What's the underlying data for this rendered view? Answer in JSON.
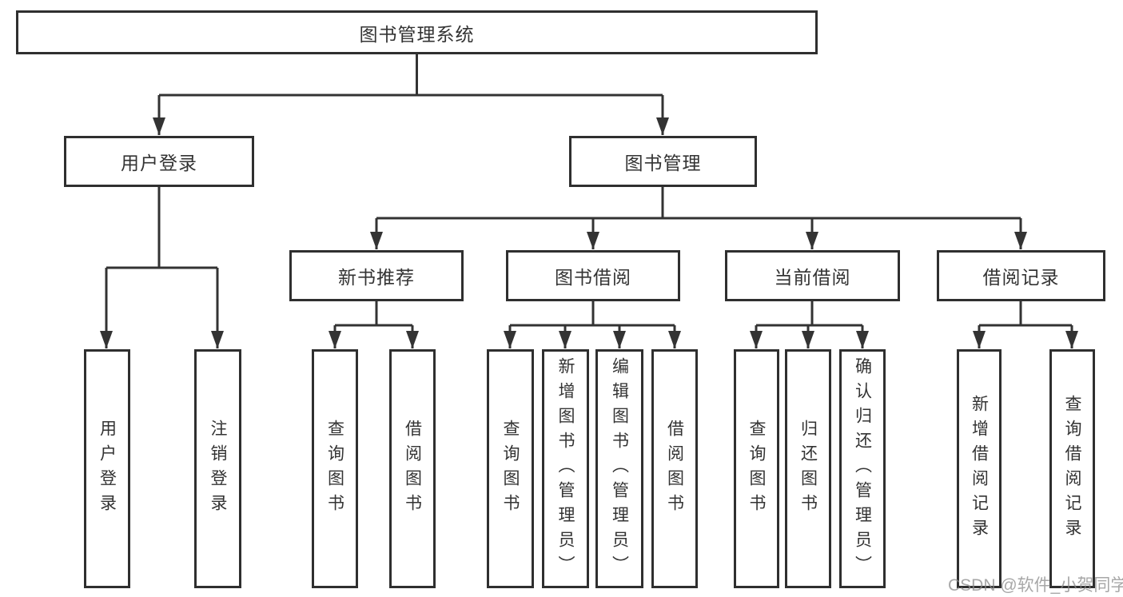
{
  "diagram_title": "图书管理系统",
  "nodes": {
    "root": "图书管理系统",
    "user_login": "用户登录",
    "book_mgmt": "图书管理",
    "new_books": "新书推荐",
    "book_borrow": "图书借阅",
    "current_borrow": "当前借阅",
    "borrow_records": "借阅记录",
    "leaves": {
      "user_login": [
        "用户登录",
        "注销登录"
      ],
      "new_books": [
        "查询图书",
        "借阅图书"
      ],
      "book_borrow": [
        "查询图书",
        "新增图书（管理员）",
        "编辑图书（管理员）",
        "借阅图书"
      ],
      "current_borrow": [
        "查询图书",
        "归还图书",
        "确认归还（管理员）"
      ],
      "borrow_records": [
        "新增借阅记录",
        "查询借阅记录"
      ]
    }
  },
  "watermark": "CSDN @软件_小贺同学",
  "colors": {
    "line": "#333333",
    "box_border": "#2f2f2f",
    "box_fill": "#ffffff",
    "text": "#333333",
    "watermark": "#8a8a8a"
  }
}
